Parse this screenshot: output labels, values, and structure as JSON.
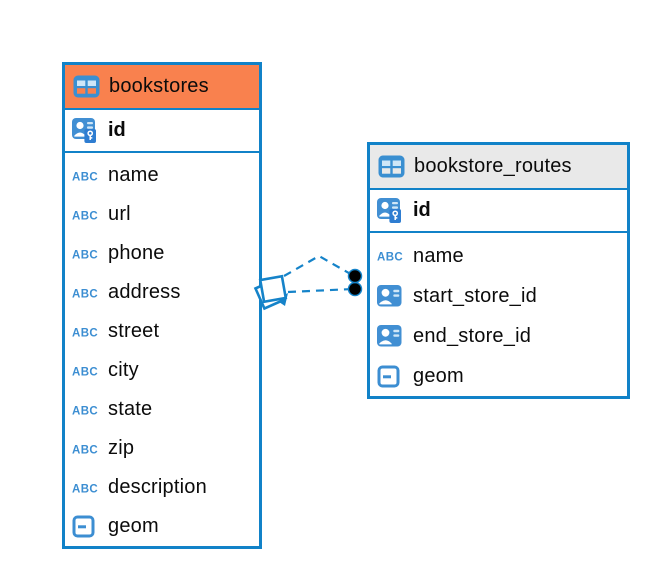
{
  "app": {
    "view": "entity-relationship-diagram"
  },
  "colors": {
    "accent_blue": "#1182c8",
    "icon_blue": "#418fd3",
    "icon_light": "#cfe6f7",
    "abc_blue": "#3c8ed2",
    "orange_header": "#f9814e",
    "gray_header": "#e9e9e9",
    "text": "#0b0b0b",
    "dot_black": "#000000"
  },
  "tables": [
    {
      "title": "bookstores",
      "header_color": "#f9814e",
      "header_icon": "table-icon",
      "primary_key": {
        "name": "id",
        "icon": "primary-key-icon"
      },
      "columns": [
        {
          "name": "name",
          "icon": "abc-text-icon"
        },
        {
          "name": "url",
          "icon": "abc-text-icon"
        },
        {
          "name": "phone",
          "icon": "abc-text-icon"
        },
        {
          "name": "address",
          "icon": "abc-text-icon"
        },
        {
          "name": "street",
          "icon": "abc-text-icon"
        },
        {
          "name": "city",
          "icon": "abc-text-icon"
        },
        {
          "name": "state",
          "icon": "abc-text-icon"
        },
        {
          "name": "zip",
          "icon": "abc-text-icon"
        },
        {
          "name": "description",
          "icon": "abc-text-icon"
        },
        {
          "name": "geom",
          "icon": "geometry-icon"
        }
      ]
    },
    {
      "title": "bookstore_routes",
      "header_color": "#e9e9e9",
      "header_icon": "table-icon",
      "primary_key": {
        "name": "id",
        "icon": "primary-key-icon"
      },
      "columns": [
        {
          "name": "name",
          "icon": "abc-text-icon"
        },
        {
          "name": "start_store_id",
          "icon": "user-ref-icon"
        },
        {
          "name": "end_store_id",
          "icon": "user-ref-icon"
        },
        {
          "name": "geom",
          "icon": "geometry-icon"
        }
      ]
    }
  ],
  "relationships": [
    {
      "source_table": "bookstores",
      "target_table": "bookstore_routes",
      "line_style": "dashed",
      "source_marker": "square-outline",
      "target_marker": "black-dot"
    },
    {
      "source_table": "bookstores",
      "target_table": "bookstore_routes",
      "line_style": "dashed",
      "source_marker": "square-outline",
      "target_marker": "black-dot"
    }
  ]
}
